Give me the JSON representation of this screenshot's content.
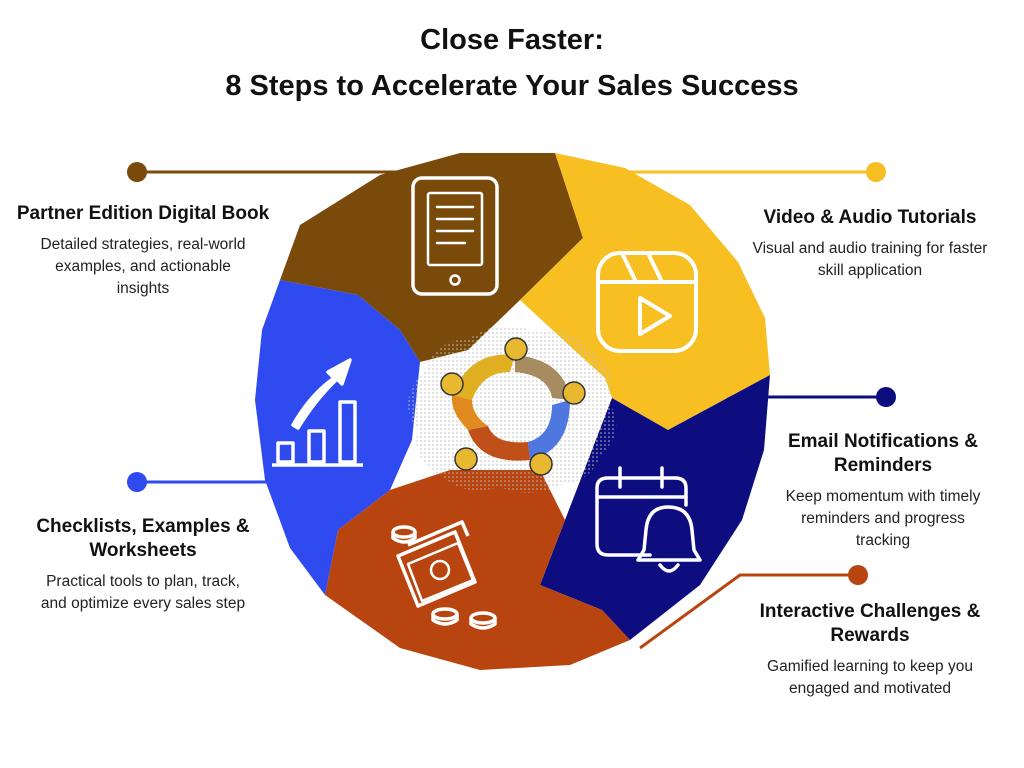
{
  "title": {
    "line1": "Close Faster:",
    "line2": "8 Steps to Accelerate Your Sales Success"
  },
  "colors": {
    "brown": "#7a4a0a",
    "yellow": "#f8bf22",
    "navy": "#0d0d80",
    "rust": "#b8450f",
    "blue": "#2f4bf0"
  },
  "features": [
    {
      "heading": [
        "Partner Edition Digital Book"
      ],
      "description": [
        "Detailed strategies, real-world",
        "examples, and actionable",
        "insights"
      ],
      "icon": "tablet-icon"
    },
    {
      "heading": [
        "Video  & Audio Tutorials"
      ],
      "description": [
        "Visual and audio training for faster",
        "skill application"
      ],
      "icon": "video-play-icon"
    },
    {
      "heading": [
        "Email Notifications &",
        "Reminders"
      ],
      "description": [
        "Keep momentum with timely",
        "reminders and progress",
        "tracking"
      ],
      "icon": "calendar-bell-icon"
    },
    {
      "heading": [
        "Interactive Challenges &",
        "Rewards"
      ],
      "description": [
        "Gamified learning to keep you",
        "engaged and motivated"
      ],
      "icon": "money-coins-icon"
    },
    {
      "heading": [
        "Checklists, Examples &",
        "Worksheets"
      ],
      "description": [
        "Practical tools to plan, track,",
        "and optimize every sales step"
      ],
      "icon": "growth-chart-icon"
    }
  ]
}
